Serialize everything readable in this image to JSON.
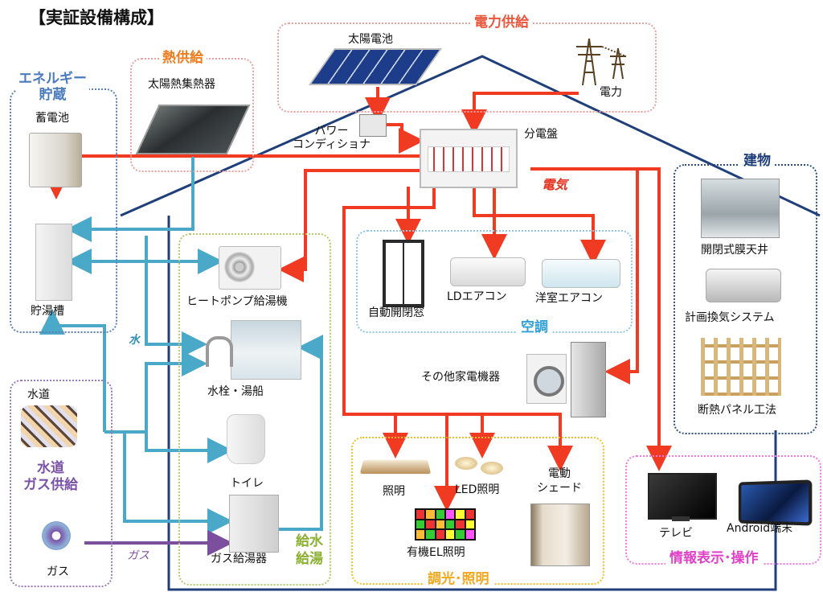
{
  "title": "【実証設備構成】",
  "groups": {
    "energy_storage": "エネルギー\n貯蔵",
    "heat_supply": "熱供給",
    "power_supply": "電力供給",
    "building": "建物",
    "water_gas": "水道\nガス供給",
    "water_hot": "給水\n給湯",
    "air_conditioning": "空調",
    "dimming_lighting": "調光･照明",
    "info_display": "情報表示･操作"
  },
  "labels": {
    "battery": "蓄電池",
    "solar_heat_collector": "太陽熱集熱器",
    "solar_cell": "太陽電池",
    "electricity_source": "電力",
    "power_conditioner": "パワー\nコンディショナ",
    "distribution_board": "分電盤",
    "electricity": "電気",
    "hot_water_tank": "貯湯槽",
    "heat_pump": "ヒートポンプ給湯機",
    "water": "水",
    "faucet_bath": "水栓・湯船",
    "toilet": "トイレ",
    "gas_water_heater": "ガス給湯器",
    "water_supply": "水道",
    "gas": "ガス",
    "gas_flow": "ガス",
    "auto_window": "自動開閉窓",
    "ld_aircon": "LDエアコン",
    "western_aircon": "洋室エアコン",
    "other_appliances": "その他家電機器",
    "lighting": "照明",
    "led_lighting": "LED照明",
    "electric_shade": "電動\nシェード",
    "organic_el": "有機EL照明",
    "tv": "テレビ",
    "android": "Android端末",
    "membrane_ceiling": "開閉式膜天井",
    "ventilation": "計画換気システム",
    "insulation_panel": "断熱パネル工法"
  },
  "colors": {
    "electric_line": "#f03a22",
    "water_line": "#4aa8c8",
    "gas_line": "#7b4f9e",
    "house_outline": "#1f3f7a",
    "storage_header": "#4a7bbf",
    "heat_header": "#f07a1a",
    "power_header": "#e8553a",
    "building_header": "#1f3f7a",
    "water_gas_header": "#7a52a8",
    "water_hot_header": "#8cb032",
    "aircon_header": "#2fa0d8",
    "lighting_header": "#f0a820",
    "info_header": "#e040c8"
  },
  "icons": [
    "solar-panel-icon",
    "power-tower-icon",
    "battery-unit-icon",
    "solar-collector-icon",
    "inverter-icon",
    "distribution-board-icon",
    "tank-icon",
    "heat-pump-icon",
    "bath-icon",
    "toilet-icon",
    "gas-heater-icon",
    "water-pipe-icon",
    "gas-meter-icon",
    "window-icon",
    "aircon-icon",
    "washer-fridge-icon",
    "ceiling-light-icon",
    "led-light-icon",
    "organic-el-icon",
    "shade-icon",
    "tv-icon",
    "tablet-icon",
    "ceiling-photo-icon",
    "ventilation-icon",
    "house-frame-icon"
  ]
}
